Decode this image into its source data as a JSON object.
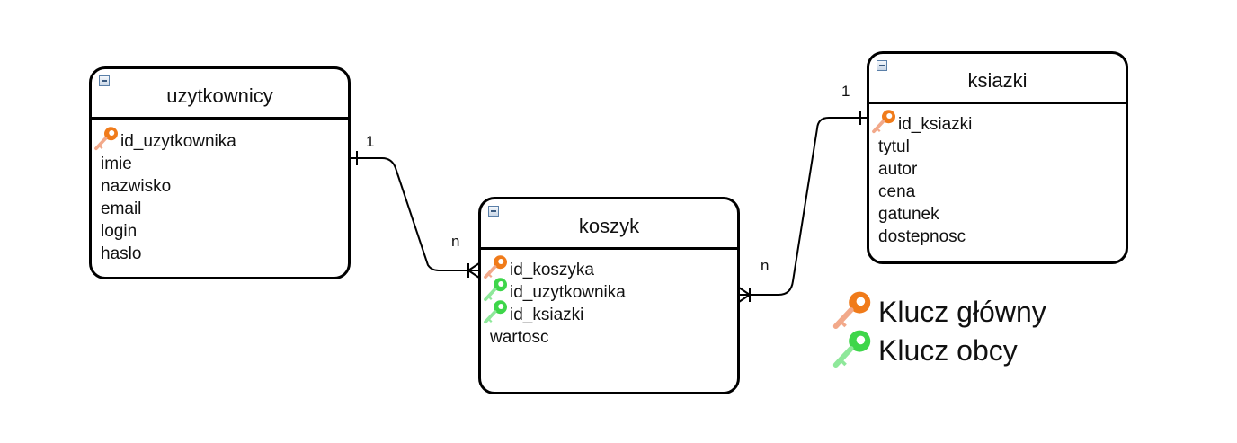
{
  "entities": {
    "uzytkownicy": {
      "title": "uzytkownicy",
      "attributes": [
        {
          "name": "id_uzytkownika",
          "key": "primary"
        },
        {
          "name": "imie",
          "key": ""
        },
        {
          "name": "nazwisko",
          "key": ""
        },
        {
          "name": "email",
          "key": ""
        },
        {
          "name": "login",
          "key": ""
        },
        {
          "name": "haslo",
          "key": ""
        }
      ]
    },
    "koszyk": {
      "title": "koszyk",
      "attributes": [
        {
          "name": "id_koszyka",
          "key": "primary"
        },
        {
          "name": "id_uzytkownika",
          "key": "foreign"
        },
        {
          "name": "id_ksiazki",
          "key": "foreign"
        },
        {
          "name": "wartosc",
          "key": ""
        }
      ]
    },
    "ksiazki": {
      "title": "ksiazki",
      "attributes": [
        {
          "name": "id_ksiazki",
          "key": "primary"
        },
        {
          "name": "tytul",
          "key": ""
        },
        {
          "name": "autor",
          "key": ""
        },
        {
          "name": "cena",
          "key": ""
        },
        {
          "name": "gatunek",
          "key": ""
        },
        {
          "name": "dostepnosc",
          "key": ""
        }
      ]
    }
  },
  "relations": {
    "user_cart": {
      "from_cardinality": "1",
      "to_cardinality": "n"
    },
    "book_cart": {
      "from_cardinality": "1",
      "to_cardinality": "n"
    }
  },
  "legend": {
    "primary_label": "Klucz główny",
    "foreign_label": "Klucz obcy"
  },
  "colors": {
    "primary_key": "#f07b1a",
    "foreign_key": "#3ed64a",
    "border": "#000000"
  }
}
